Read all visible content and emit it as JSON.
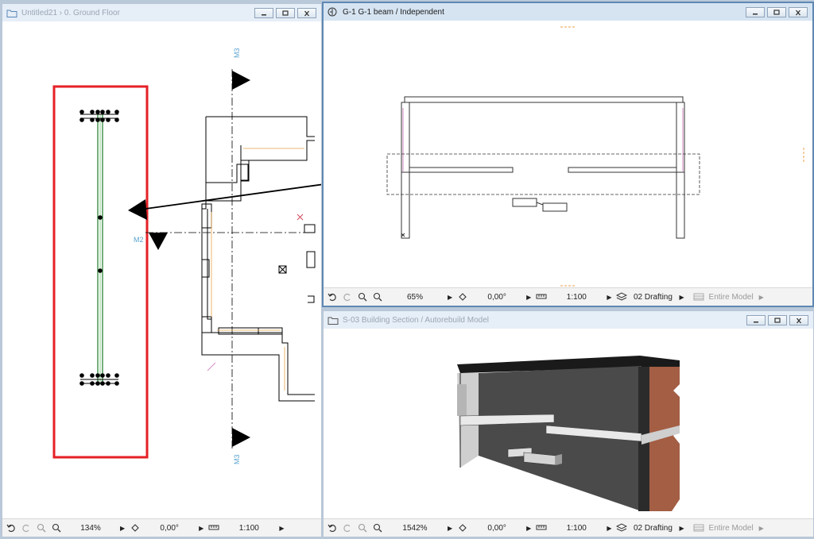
{
  "windows": {
    "plan": {
      "title": "Untitled21 › 0. Ground Floor",
      "labels": {
        "m3_top": "M3",
        "m3_bottom": "M3",
        "m2": "M2"
      },
      "status": {
        "zoom": "134%",
        "angle": "0,00°",
        "scale": "1:100"
      }
    },
    "elevation": {
      "title": "G-1 G-1 beam / Independent",
      "status": {
        "zoom": "65%",
        "angle": "0,00°",
        "scale": "1:100",
        "layer": "02 Drafting",
        "model": "Entire Model"
      }
    },
    "section": {
      "title": "S-03 Building Section / Autorebuild Model",
      "status": {
        "zoom": "1542%",
        "angle": "0,00°",
        "scale": "1:100",
        "layer": "02 Drafting",
        "model": "Entire Model"
      }
    }
  },
  "colors": {
    "highlight": "#e52026",
    "active_border": "#5f88b3",
    "section_label": "#5ba3d0",
    "wood": "#a35e44"
  },
  "icons": [
    "folder-icon",
    "minimize-icon",
    "maximize-icon",
    "close-icon",
    "elevation-marker-icon",
    "undo-icon",
    "redo-icon",
    "zoom-in-icon",
    "zoom-fit-icon",
    "orientation-icon",
    "measure-icon",
    "layers-icon",
    "model-view-icon"
  ]
}
